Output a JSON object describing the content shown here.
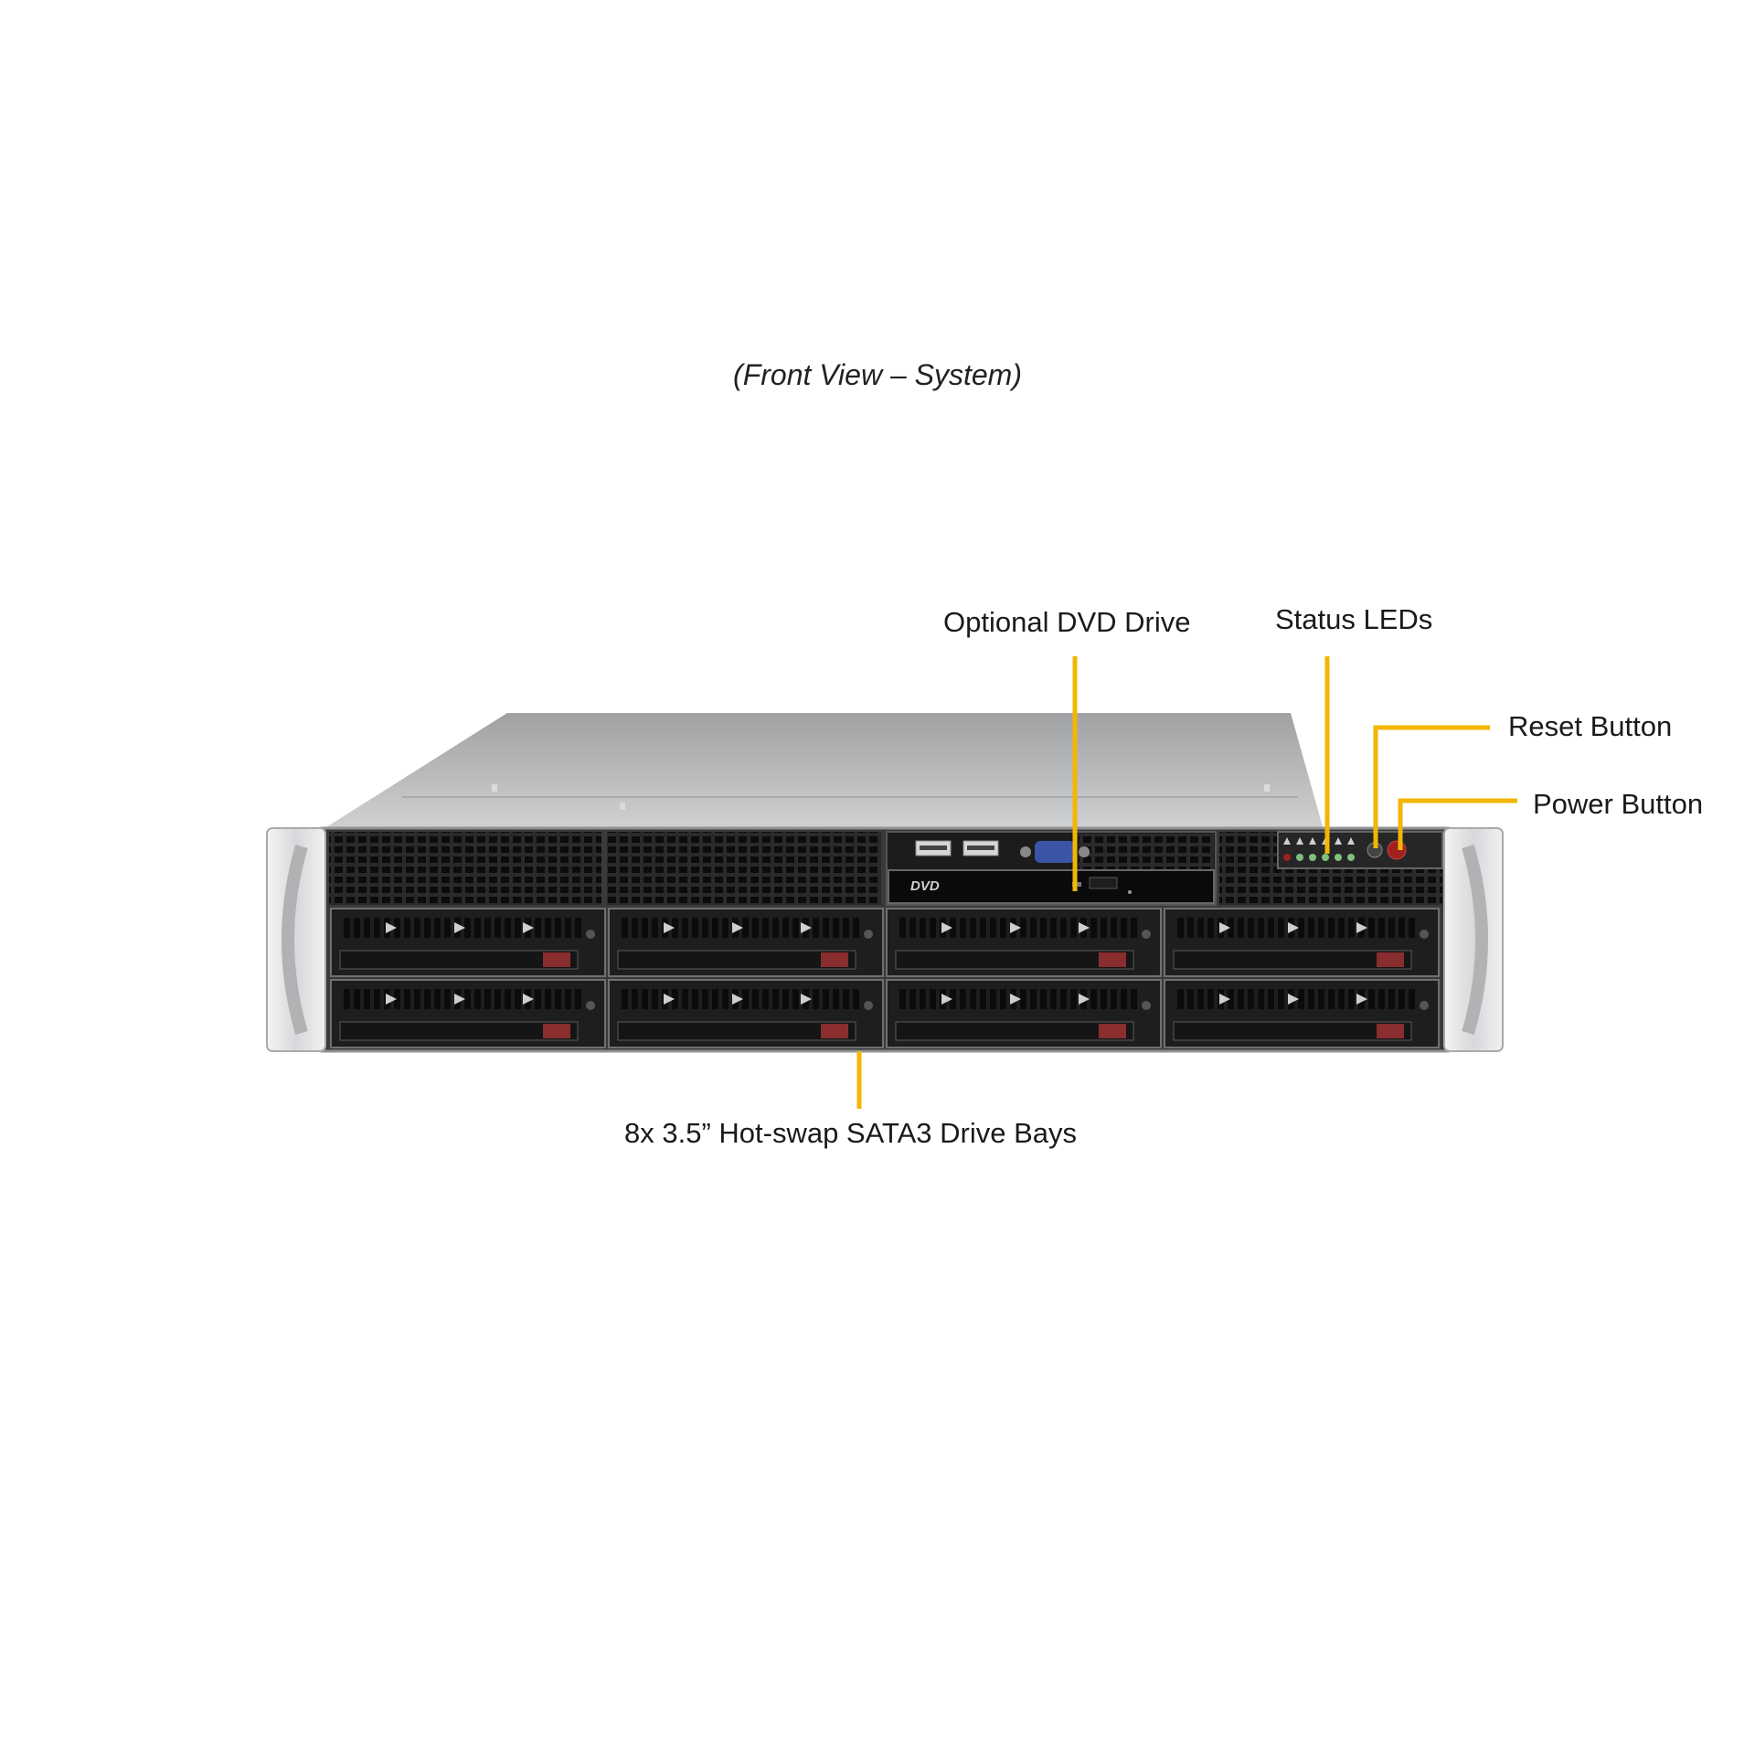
{
  "caption": "(Front View – System)",
  "callouts": {
    "dvd": "Optional  DVD Drive",
    "leds": "Status  LEDs",
    "reset": "Reset Button",
    "power": "Power Button",
    "bays": "8x 3.5” Hot-swap  SATA3 Drive Bays"
  },
  "server": {
    "dvd_logo": "DVD",
    "drive_bay_count": 8,
    "usb_port_count": 2,
    "status_led_count": 6
  },
  "colors": {
    "leader_line": "#f2b705",
    "chassis_top": "#b4b6b8",
    "front_panel": "#1e1e1e",
    "handle": "#e4e5e6",
    "drive_latch": "#8a2d2f",
    "vga_port": "#3a55a5",
    "led": "#7fbf7f",
    "button": "#a02020"
  }
}
